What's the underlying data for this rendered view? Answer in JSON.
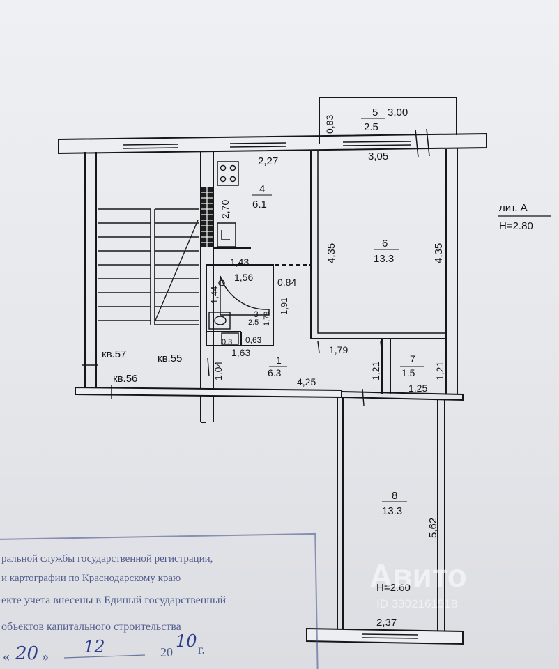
{
  "header": {
    "lit": "лит. А",
    "height": "H=2.80"
  },
  "rooms": {
    "r1": {
      "num": "1",
      "area": "6.3"
    },
    "r3": {
      "num": "3",
      "area": "2.5"
    },
    "r4": {
      "num": "4",
      "area": "6.1"
    },
    "r5": {
      "num": "5",
      "area": "2.5"
    },
    "r6": {
      "num": "6",
      "area": "13.3"
    },
    "r7": {
      "num": "7",
      "area": "1.5"
    },
    "r8": {
      "num": "8",
      "area": "13.3"
    }
  },
  "dims": {
    "d083": "0,83",
    "d300": "3,00",
    "d227": "2,27",
    "d305": "3,05",
    "d270": "2,70",
    "d435a": "4,35",
    "d435b": "4,35",
    "d143": "1,43",
    "d156": "1,56",
    "d084": "0,84",
    "d144": "1,44",
    "d179": "1,79",
    "d191": "1,91",
    "d03": "0,3",
    "d063": "0,63",
    "d163": "1,63",
    "d104": "1,04",
    "d179b": "1,79",
    "d121a": "1,21",
    "d121b": "1,21",
    "d425": "4,25",
    "d125": "1,25",
    "d562": "5,62",
    "d237": "2,37"
  },
  "neighbors": {
    "kv57": "кв.57",
    "kv55": "кв.55",
    "kv56": "кв.56"
  },
  "room8_height": "H=2.60",
  "stamp": {
    "line1": "ральной службы государственной регистрации,",
    "line2": "и картографии по Краснодарскому краю",
    "line3": "екте учета внесены в Единый государственный",
    "line4": "объектов капитального строительства",
    "date_quote_open": "«",
    "date_day": "20",
    "date_quote_close": "»",
    "date_month": "12",
    "date_year_prefix": "20",
    "date_year": "10",
    "date_suffix": "г."
  },
  "watermark": {
    "brand": "Авито",
    "id": "ID 3302161518"
  },
  "colors": {
    "ink": "#151515",
    "paper": "#eceef1",
    "stamp": "#2f3d78"
  }
}
